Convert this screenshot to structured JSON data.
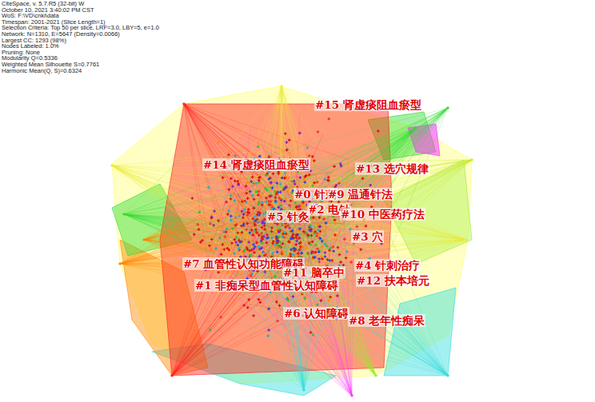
{
  "diagram": {
    "labels": [
      "CiteSpace, v. 5.7.R5 (32-bit) W",
      "October 10, 2021 3:40:02 PM CST",
      "WoS: F:\\VD\\cnki\\data",
      "Timespan: 2001-2021 (Slice Length=1)",
      "Selection Criteria: Top 50 per slice, LRF=3.0, LBY=5, e=1.0",
      "Network: N=1310, E=5647 (Density=0.0066)",
      "Largest CC: 1293 (98%)",
      "Nodes Labeled: 1.0%",
      "Pruning: None",
      "Modularity Q=0.5336",
      "Weighted Mean Silhouette S=0.7761",
      "Harmonic Mean(Q, S)=0.6324",
      "#15 肾虚痰阻血瘀型",
      "#14 肾虚痰阻血瘀型",
      "#13 选穴规律",
      "#0 针刺",
      "#9 温通针法",
      "#2 电针",
      "#10 中医药疗法",
      "#5 针灸",
      "#3 穴",
      "#7 血管性认知功能障碍",
      "#4 针刺治疗",
      "#11 脑卒中",
      "#1 非痴呆型血管性认知障碍",
      "#12 扶本培元",
      "#6 认知障碍",
      "#8 老年性痴呆"
    ]
  }
}
